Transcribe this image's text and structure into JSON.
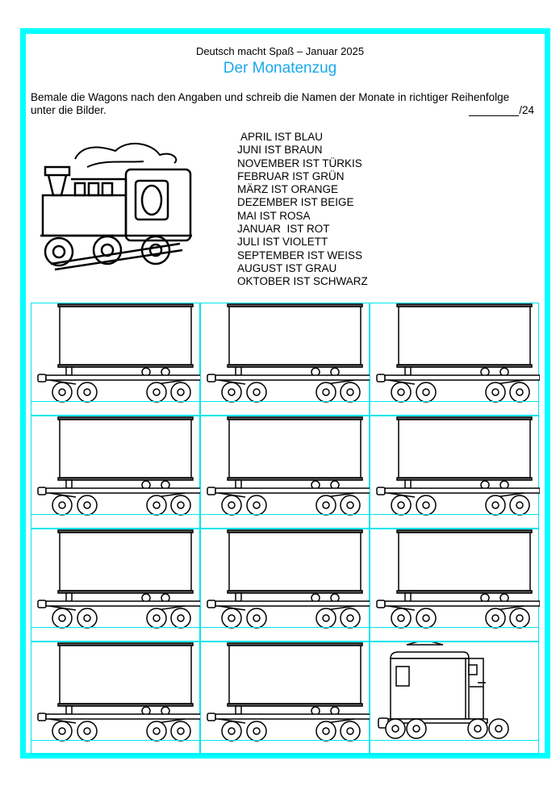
{
  "header": {
    "subtitle": "Deutsch macht Spaß – Januar 2025",
    "title": "Der Monatenzug"
  },
  "instructions": "Bemale die Wagons nach den Angaben und schreib die Namen der Monate in richtiger Reihenfolge unter die Bilder.",
  "score": "/24",
  "colors_list": [
    "APRIL IST BLAU",
    "JUNI IST BRAUN",
    "NOVEMBER IST TÜRKIS",
    "FEBRUAR IST GRÜN",
    "MÄRZ IST ORANGE",
    "DEZEMBER IST BEIGE",
    "MAI IST ROSA",
    "JANUAR  IST ROT",
    "JULI IST VIOLETT",
    "SEPTEMBER IST WEISS",
    "AUGUST IST GRAU",
    "OKTOBER IST SCHWARZ"
  ],
  "accent": "#00ffff",
  "title_color": "#1aa7ec"
}
